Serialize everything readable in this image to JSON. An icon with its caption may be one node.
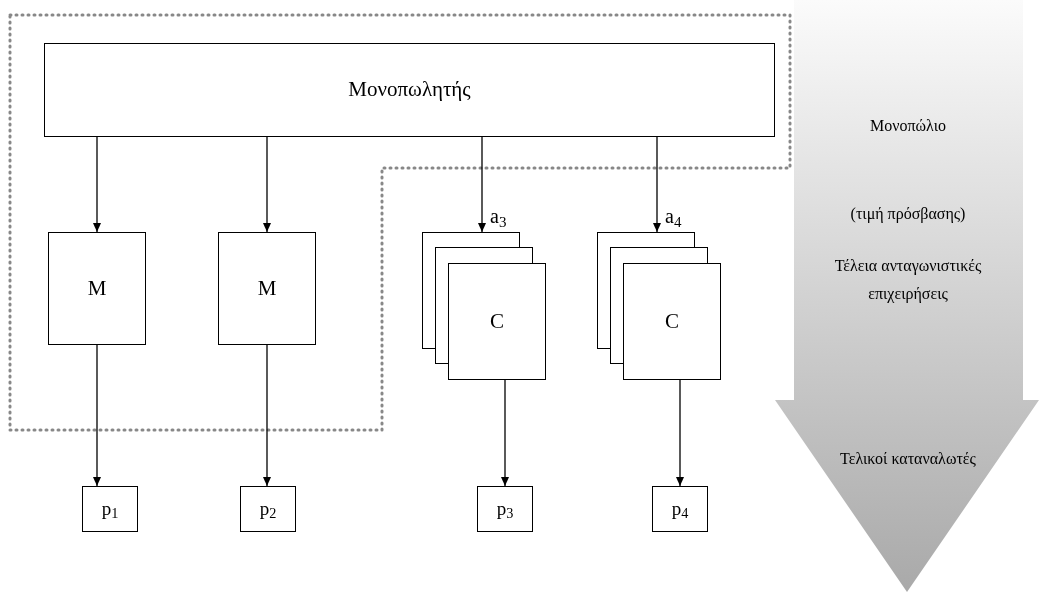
{
  "diagram": {
    "nodes": [
      {
        "text": [
          "Μονοπωλητής"
        ]
      },
      {
        "text": [
          "M"
        ]
      },
      {
        "text": [
          "M"
        ]
      },
      {
        "text": [
          "C"
        ]
      },
      {
        "text": [
          "C"
        ]
      },
      {
        "text": [
          "p$_{1}$"
        ]
      },
      {
        "text": [
          "p$_{2}$"
        ]
      },
      {
        "text": [
          "p$_{3}$"
        ]
      },
      {
        "text": [
          "p$_{4}$"
        ]
      },
      {
        "text": [
          "Μονοπώλιο",
          "(τιμή πρόσβασης)",
          "Τέλεια ανταγωνιστικές επιχειρήσεις",
          "Τελικοί καταναλωτές"
        ]
      }
    ],
    "edges": [
      {
        "from": 0,
        "to": 1,
        "arrow": "to"
      },
      {
        "from": 0,
        "to": 2,
        "arrow": "to"
      },
      {
        "from": 0,
        "to": 3,
        "arrow": "to",
        "label": "a$_{3}$"
      },
      {
        "from": 0,
        "to": 4,
        "arrow": "to",
        "label": "a$_{4}$"
      },
      {
        "from": 1,
        "to": 5,
        "arrow": "to"
      },
      {
        "from": 2,
        "to": 6,
        "arrow": "to"
      },
      {
        "from": 3,
        "to": 7,
        "arrow": "to"
      },
      {
        "from": 4,
        "to": 8,
        "arrow": "to"
      }
    ]
  }
}
